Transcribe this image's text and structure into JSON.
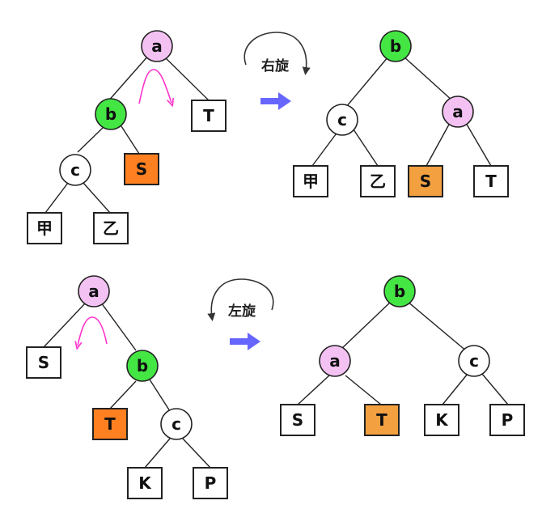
{
  "colors": {
    "pink": "#f3c2f3",
    "green": "#44e644",
    "white": "#ffffff",
    "orange": "#ff8020",
    "orange_light": "#f2a040",
    "arrow_blue": "#6666ff",
    "magenta": "#ff33cc",
    "line": "#222222"
  },
  "right_rotation": {
    "label": "右旋",
    "before": {
      "a": "a",
      "b": "b",
      "c": "c",
      "leaf_jia": "甲",
      "leaf_yi": "乙",
      "leaf_s": "S",
      "leaf_t": "T"
    },
    "after": {
      "b": "b",
      "c": "c",
      "a": "a",
      "leaf_jia": "甲",
      "leaf_yi": "乙",
      "leaf_s": "S",
      "leaf_t": "T"
    }
  },
  "left_rotation": {
    "label": "左旋",
    "before": {
      "a": "a",
      "b": "b",
      "c": "c",
      "leaf_s": "S",
      "leaf_t": "T",
      "leaf_k": "K",
      "leaf_p": "P"
    },
    "after": {
      "b": "b",
      "a": "a",
      "c": "c",
      "leaf_s": "S",
      "leaf_t": "T",
      "leaf_k": "K",
      "leaf_p": "P"
    }
  }
}
